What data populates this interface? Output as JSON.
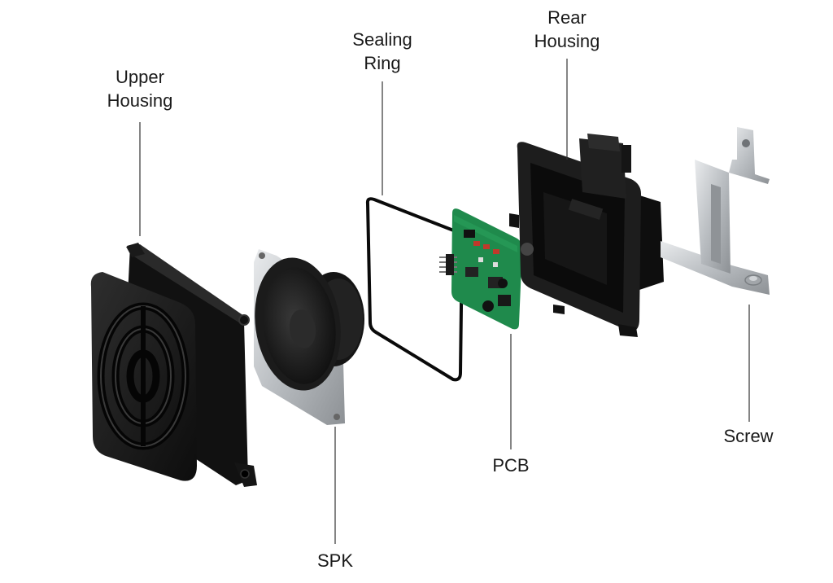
{
  "labels": {
    "upper_housing": [
      "Upper",
      "Housing"
    ],
    "sealing_ring": [
      "Sealing",
      "Ring"
    ],
    "rear_housing": [
      "Rear",
      "Housing"
    ],
    "spk": "SPK",
    "pcb": "PCB",
    "screw": "Screw"
  },
  "colors": {
    "housing": "#1c1c1c",
    "pcb_board": "#1f8a4c",
    "metal": "#c9cccf",
    "leader_line": "#333333"
  }
}
